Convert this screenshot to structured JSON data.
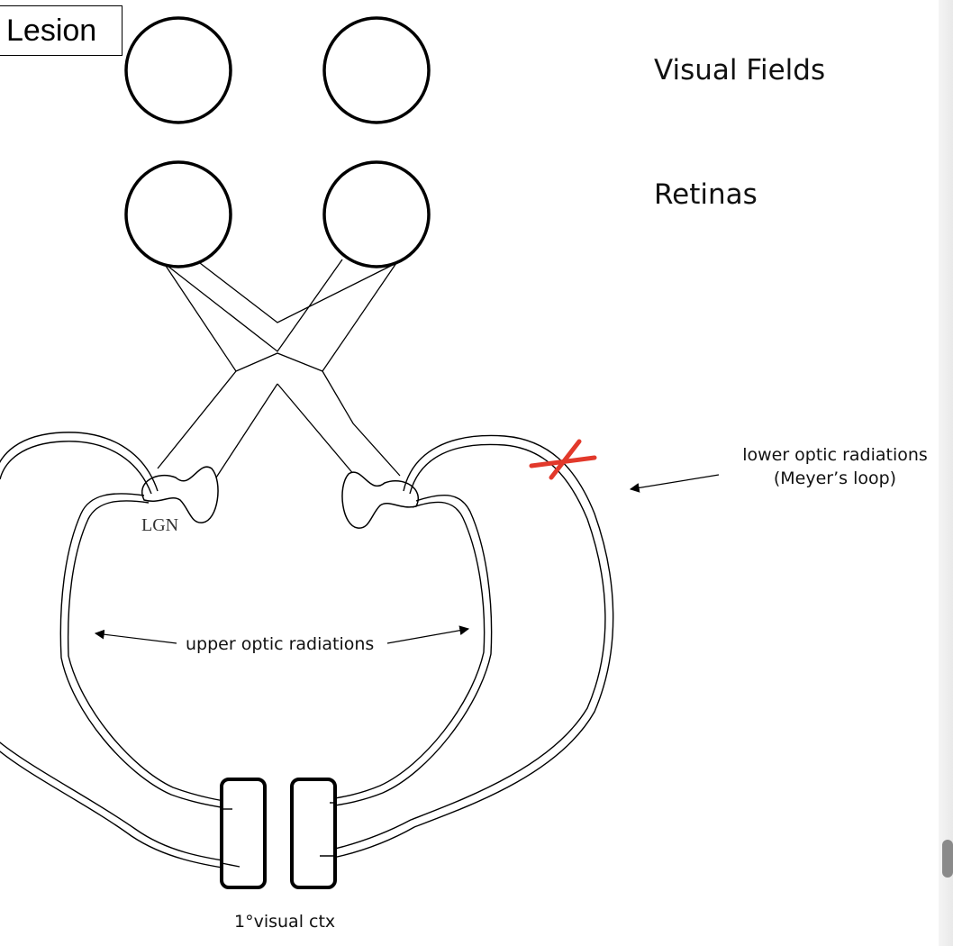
{
  "title": "Lesion",
  "headings": {
    "visual_fields": "Visual Fields",
    "retinas": "Retinas"
  },
  "labels": {
    "lgn": "LGN",
    "upper_radiations": "upper optic radiations",
    "lower_radiations_line1": "lower optic radiations",
    "lower_radiations_line2": "(Meyer’s loop)",
    "visual_cortex": "1°visual ctx"
  },
  "colors": {
    "stroke": "#000000",
    "lesion_mark": "#e2392b",
    "background": "#ffffff"
  },
  "lesion_marker": "red-x-on-right-meyers-loop"
}
